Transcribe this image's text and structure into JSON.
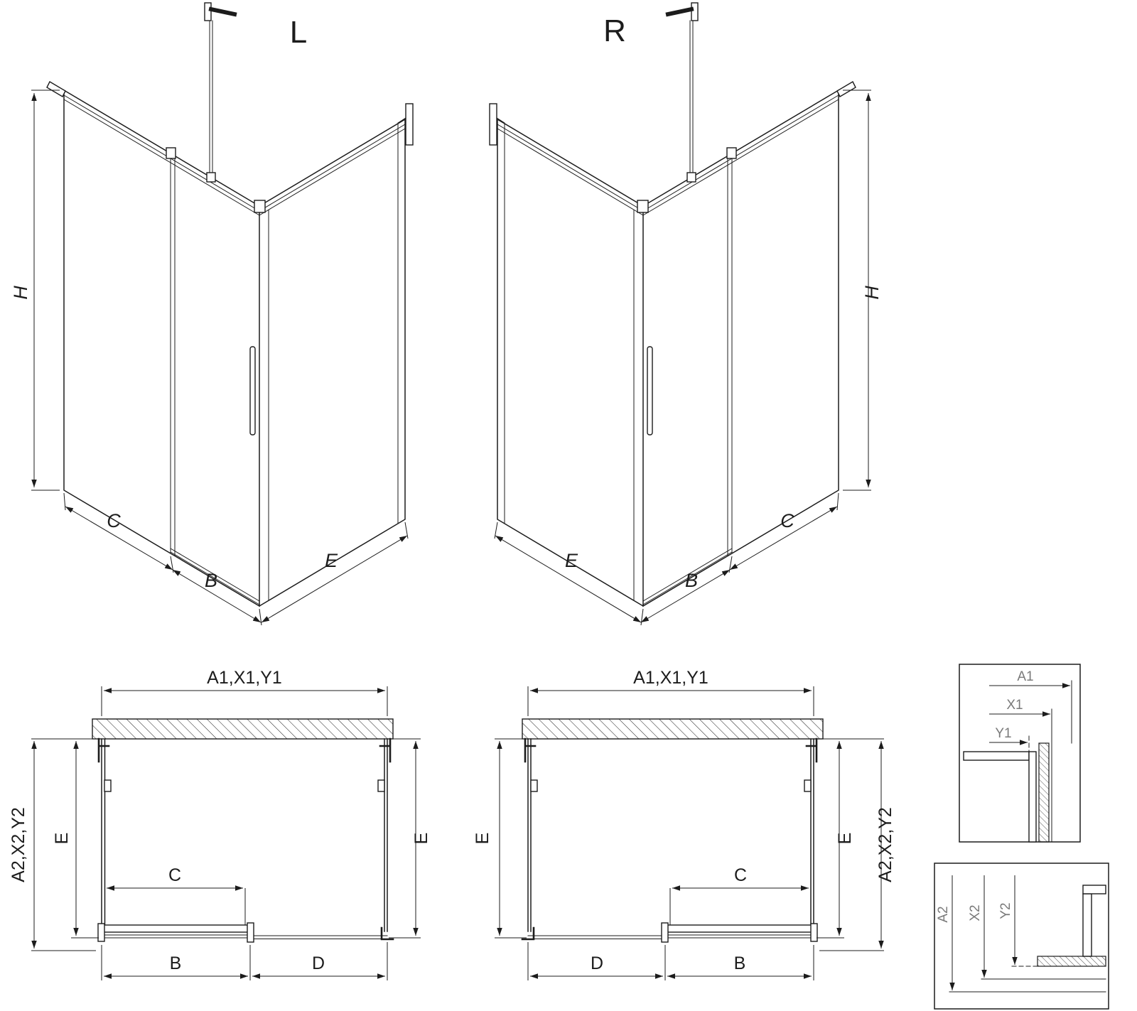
{
  "drawing": {
    "iso_left": {
      "variant": "L",
      "dim_h": "H",
      "dim_c": "C",
      "dim_b": "B",
      "dim_e": "E"
    },
    "iso_right": {
      "variant": "R",
      "dim_h": "H",
      "dim_c": "C",
      "dim_b": "B",
      "dim_e": "E"
    },
    "plan_left": {
      "dim_top": "A1,X1,Y1",
      "dim_outer": "A2,X2,Y2",
      "dim_e_left": "E",
      "dim_e_right": "E",
      "dim_c": "C",
      "dim_b": "B",
      "dim_d": "D"
    },
    "plan_right": {
      "dim_top": "A1,X1,Y1",
      "dim_outer": "A2,X2,Y2",
      "dim_e_left": "E",
      "dim_e_right": "E",
      "dim_c": "C",
      "dim_b": "B",
      "dim_d": "D"
    },
    "detail_top": {
      "a1": "A1",
      "x1": "X1",
      "y1": "Y1"
    },
    "detail_bottom": {
      "a2": "A2",
      "x2": "X2",
      "y2": "Y2"
    }
  },
  "colors": {
    "line": "#1c1c1c",
    "detail_label": "#7a7a7a",
    "background": "#ffffff"
  }
}
